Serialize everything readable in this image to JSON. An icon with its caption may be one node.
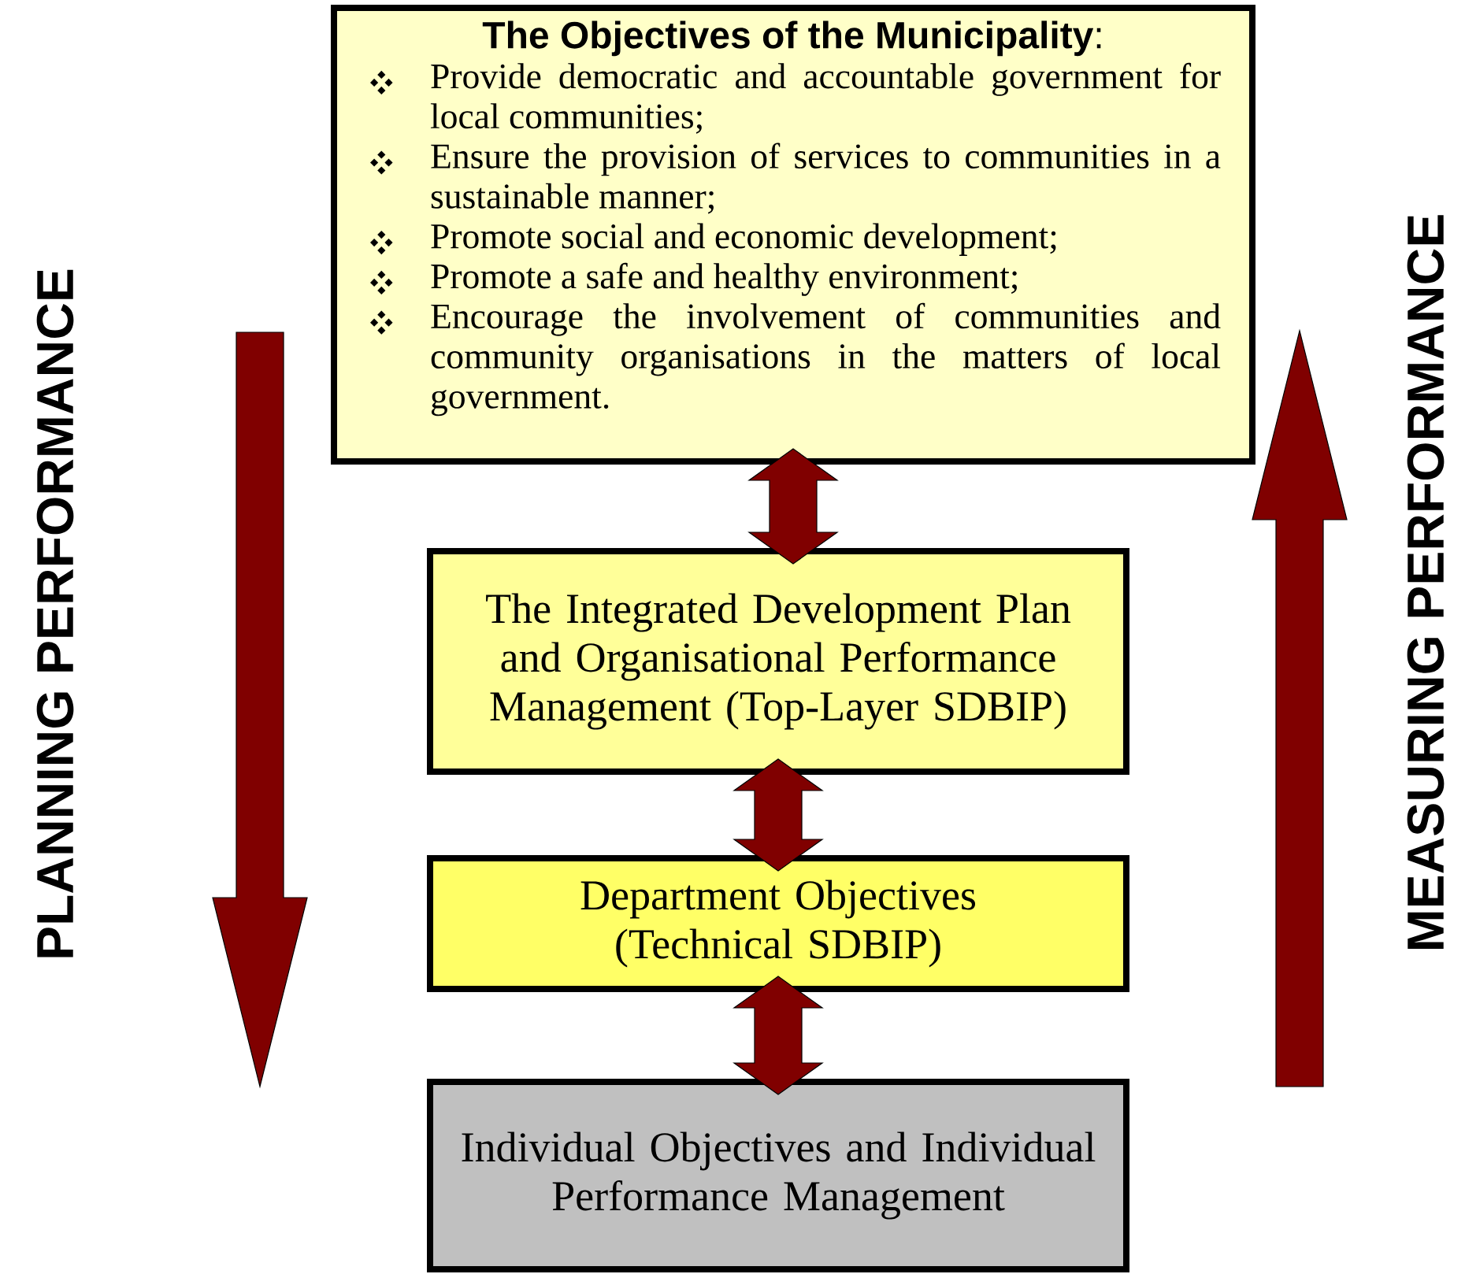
{
  "diagram": {
    "nodes": [
      {
        "text": [
          "**The Objectives of the Municipality**:",
          "Provide democratic and accountable government for local communities;",
          "Ensure the provision of services to communities in a sustainable manner;",
          "Promote social and economic development;",
          "Promote a safe and healthy environment;",
          "Encourage the involvement of communities and community organisations in the matters of local government."
        ]
      },
      {
        "text": [
          "The Integrated Development Plan and Organisational Performance Management (Top-Layer SDBIP)"
        ]
      },
      {
        "text": [
          "Department Objectives (Technical SDBIP)"
        ]
      },
      {
        "text": [
          "Individual Objectives and Individual Performance Management"
        ]
      }
    ],
    "edges": [
      {
        "from": 0,
        "to": 1,
        "arrow": "both",
        "style": "thick",
        "color": "#800000"
      },
      {
        "from": 1,
        "to": 2,
        "arrow": "both",
        "style": "thick",
        "color": "#800000"
      },
      {
        "from": 2,
        "to": 3,
        "arrow": "both",
        "style": "thick",
        "color": "#800000"
      }
    ],
    "labels": [
      "PLANNING PERFORMANCE",
      "MEASURING PERFORMANCE"
    ]
  }
}
